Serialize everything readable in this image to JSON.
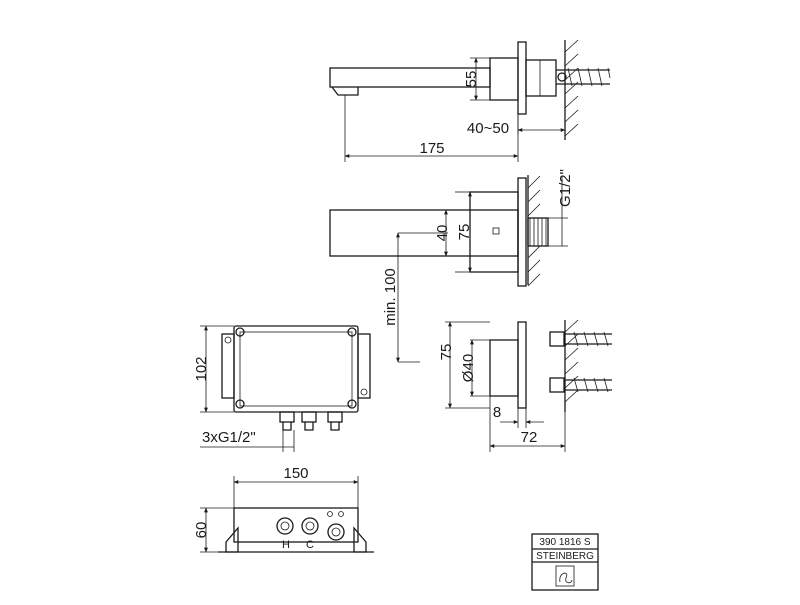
{
  "dimensions": {
    "spout_height": "55",
    "wall_depth": "40~50",
    "spout_length": "175",
    "thread_size": "G1/2\"",
    "outlet_height": "40",
    "front_view_height": "75",
    "min_distance": "min. 100",
    "plate_height": "75",
    "plate_diameter": "Ø40",
    "offset": "8",
    "total_depth": "72",
    "box_height": "102",
    "connections": "3xG1/2\"",
    "box_width": "150",
    "box_depth": "60"
  },
  "labels": {
    "hot": "H",
    "cold": "C"
  },
  "stamp": {
    "article_number": "390 1816 S",
    "brand": "STEINBERG"
  }
}
